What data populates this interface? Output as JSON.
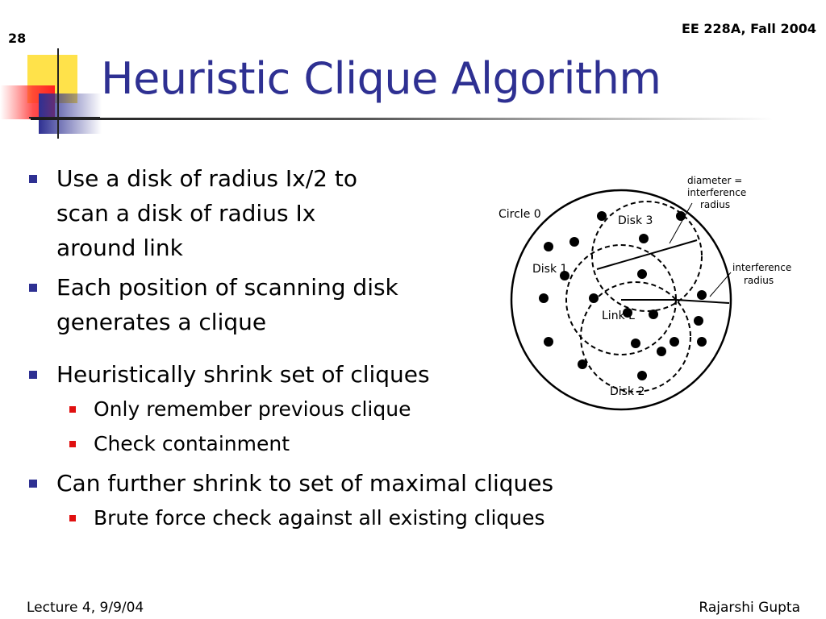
{
  "header": {
    "slide_number": "28",
    "course": "EE 228A, Fall 2004"
  },
  "title": "Heuristic Clique Algorithm",
  "bullets": {
    "b1": "Use a disk of radius Ix/2 to scan a disk of radius Ix around link",
    "b1_lines": [
      "Use a disk of radius Ix/2 to",
      "scan a disk of radius Ix",
      "around link"
    ],
    "b2": "Each position of scanning disk generates a clique",
    "b2_lines": [
      "Each position of scanning disk",
      "generates a clique"
    ],
    "b3": "Heuristically shrink set of cliques",
    "b3_subs": [
      "Only remember previous clique",
      "Check containment"
    ],
    "b4": "Can further shrink to set of maximal cliques",
    "b4_subs": [
      "Brute force check against all existing cliques"
    ]
  },
  "diagram": {
    "circle0": "Circle 0",
    "disk1": "Disk 1",
    "disk2": "Disk 2",
    "disk3": "Disk 3",
    "link": "Link L",
    "diameter_label": [
      "diameter =",
      "interference",
      "radius"
    ],
    "radius_label": [
      "interference",
      "radius"
    ]
  },
  "footer": {
    "left": "Lecture 4, 9/9/04",
    "right": "Rajarshi Gupta"
  }
}
